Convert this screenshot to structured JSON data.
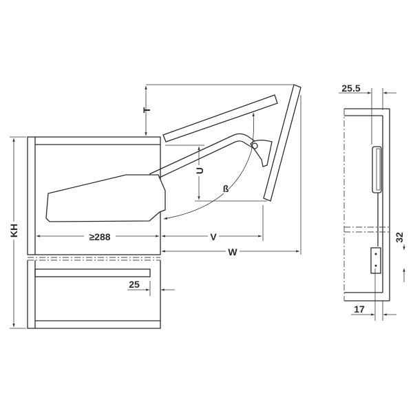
{
  "labels": {
    "t": "T",
    "u": "U",
    "beta": "ß",
    "kh": "KH",
    "min_depth": "≥288",
    "v": "V",
    "w": "W",
    "offset_25": "25",
    "side_25_5": "25.5",
    "side_32": "32",
    "side_17": "17"
  },
  "colors": {
    "line": "#2a2a2a",
    "background": "#ffffff"
  }
}
